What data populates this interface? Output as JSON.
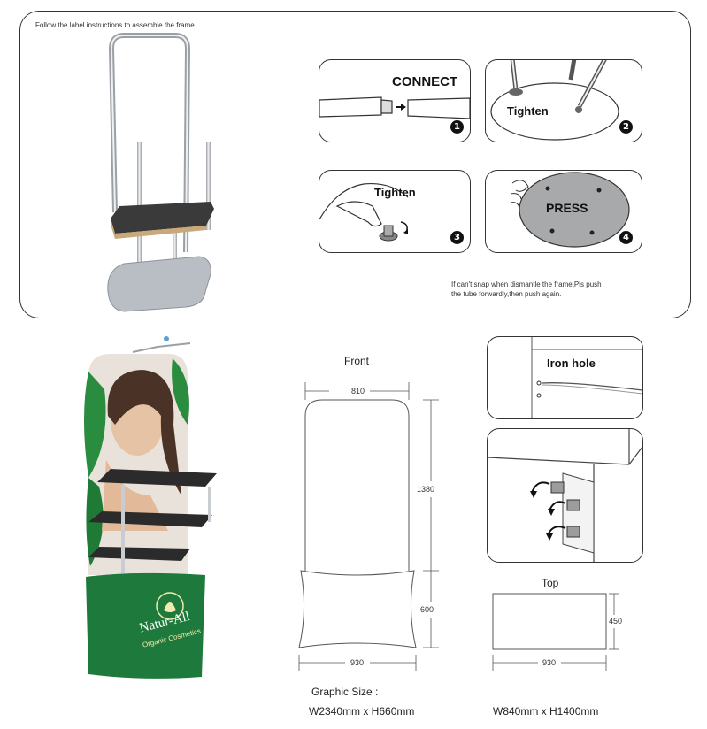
{
  "assembly": {
    "instruction": "Follow the label instructions to assemble the frame",
    "steps": [
      {
        "number": "1",
        "label": "CONNECT"
      },
      {
        "number": "2",
        "label": "Tighten"
      },
      {
        "number": "3",
        "label": "Tighten"
      },
      {
        "number": "4",
        "label": "PRESS"
      }
    ],
    "note_line1": "If can't snap when dismantle the frame,Pls push",
    "note_line2": "the tube forwardly,then push again."
  },
  "product": {
    "brand": "Natur-All",
    "brand_sub": "Organic Cosmetics"
  },
  "front_view": {
    "title": "Front",
    "width_top": "810",
    "height_upper": "1380",
    "height_lower": "600",
    "width_bottom": "930"
  },
  "details": {
    "iron_hole_label": "Iron hole",
    "top_title": "Top",
    "top_depth": "450",
    "top_width": "930"
  },
  "graphic": {
    "title": "Graphic Size :",
    "size_main": "W2340mm x H660mm",
    "size_counter": "W840mm x H1400mm"
  },
  "colors": {
    "brand_green": "#1e7a3c",
    "leaf_green": "#2a8c3f",
    "frame_silver": "#c9ccd0",
    "shelf_dark": "#2b2b2b"
  }
}
